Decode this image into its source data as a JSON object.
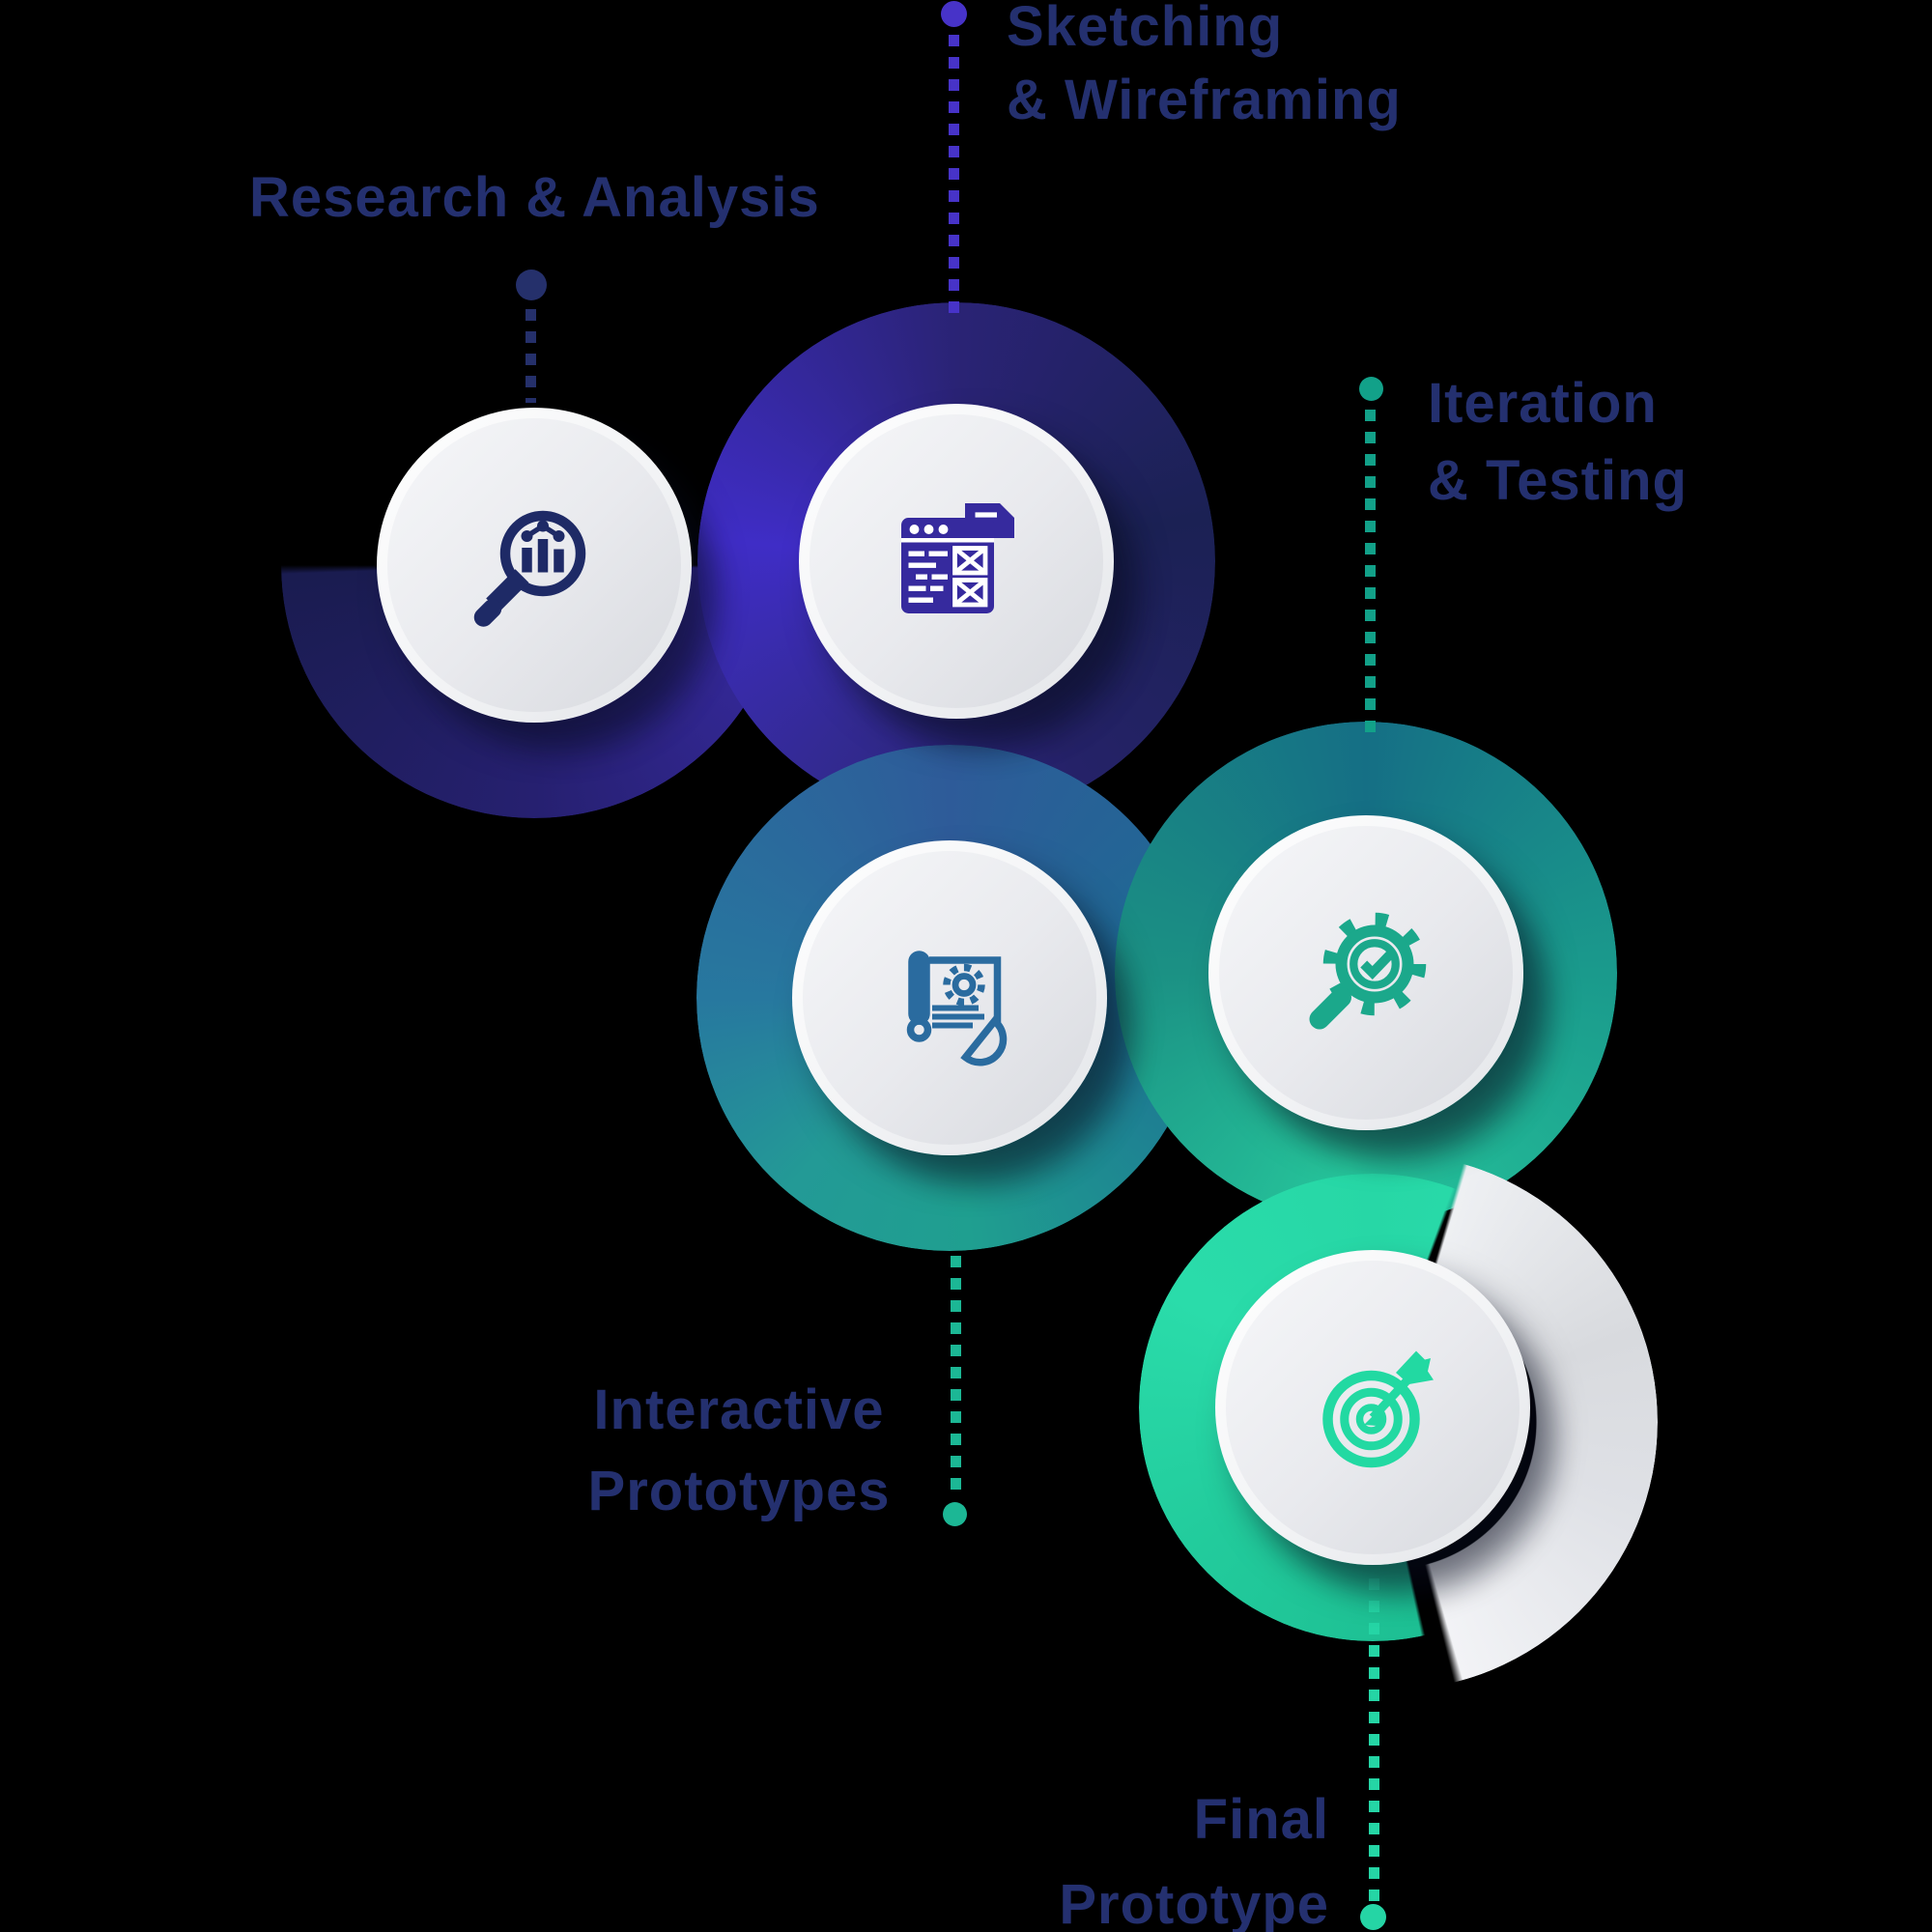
{
  "infographic": {
    "title": "Design process flow",
    "background_color": "#000000",
    "text_color": "#24306f"
  },
  "stages": [
    {
      "order": 1,
      "label_line1": "Research & Analysis",
      "label_line2": "",
      "icon": "search-analytics-icon",
      "icon_color": "#1e2a66",
      "connector_color": "#25306b",
      "ribbon_gradient": [
        "#1a1c50",
        "#392ba6"
      ]
    },
    {
      "order": 2,
      "label_line1": "Sketching",
      "label_line2": "& Wireframing",
      "icon": "wireframe-browser-icon",
      "icon_color": "#362a9e",
      "connector_color": "#4733c8",
      "ribbon_gradient": [
        "#1b2154",
        "#3f2dc6"
      ]
    },
    {
      "order": 3,
      "label_line1": "Interactive",
      "label_line2": "Prototypes",
      "icon": "blueprint-scroll-icon",
      "icon_color": "#2a6b9f",
      "connector_color": "#1cb795",
      "ribbon_gradient": [
        "#2e5b99",
        "#1f9f90"
      ]
    },
    {
      "order": 4,
      "label_line1": "Iteration",
      "label_line2": "& Testing",
      "icon": "gear-check-magnifier-icon",
      "icon_color": "#1ba88b",
      "connector_color": "#12a189",
      "ribbon_gradient": [
        "#156f85",
        "#26c59b"
      ]
    },
    {
      "order": 5,
      "label_line1": "Final",
      "label_line2": "Prototype",
      "icon": "target-arrow-icon",
      "icon_color": "#22d9a2",
      "connector_color": "#25d5a5",
      "ribbon_gradient": [
        "#1dbf93",
        "#2adcaa"
      ]
    }
  ]
}
